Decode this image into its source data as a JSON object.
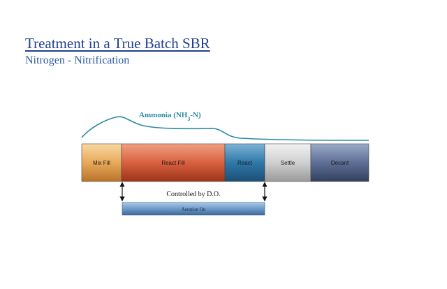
{
  "title": "Treatment in a True Batch SBR",
  "subtitle": "Nitrogen - Nitrification",
  "curve_label": {
    "main": "Ammonia (NH",
    "sub": "3",
    "tail": "-N)"
  },
  "phases": [
    {
      "label": "Mix Fill",
      "color_top": "#f8d9a0",
      "color_mid": "#e8a95a",
      "color_bottom": "#b8742a"
    },
    {
      "label": "React Fill",
      "color_top": "#f0a080",
      "color_mid": "#d86040",
      "color_bottom": "#9c3418"
    },
    {
      "label": "React",
      "color_top": "#7bb3d6",
      "color_mid": "#2f78a8",
      "color_bottom": "#1b4f75"
    },
    {
      "label": "Settle",
      "color_top": "#f2f2f2",
      "color_mid": "#cfcfcf",
      "color_bottom": "#9a9a9a"
    },
    {
      "label": "Decant",
      "color_top": "#9aaac8",
      "color_mid": "#5e6f96",
      "color_bottom": "#33405f"
    }
  ],
  "control_label": "Controlled by D.O.",
  "aeration_label": "Aeration On"
}
